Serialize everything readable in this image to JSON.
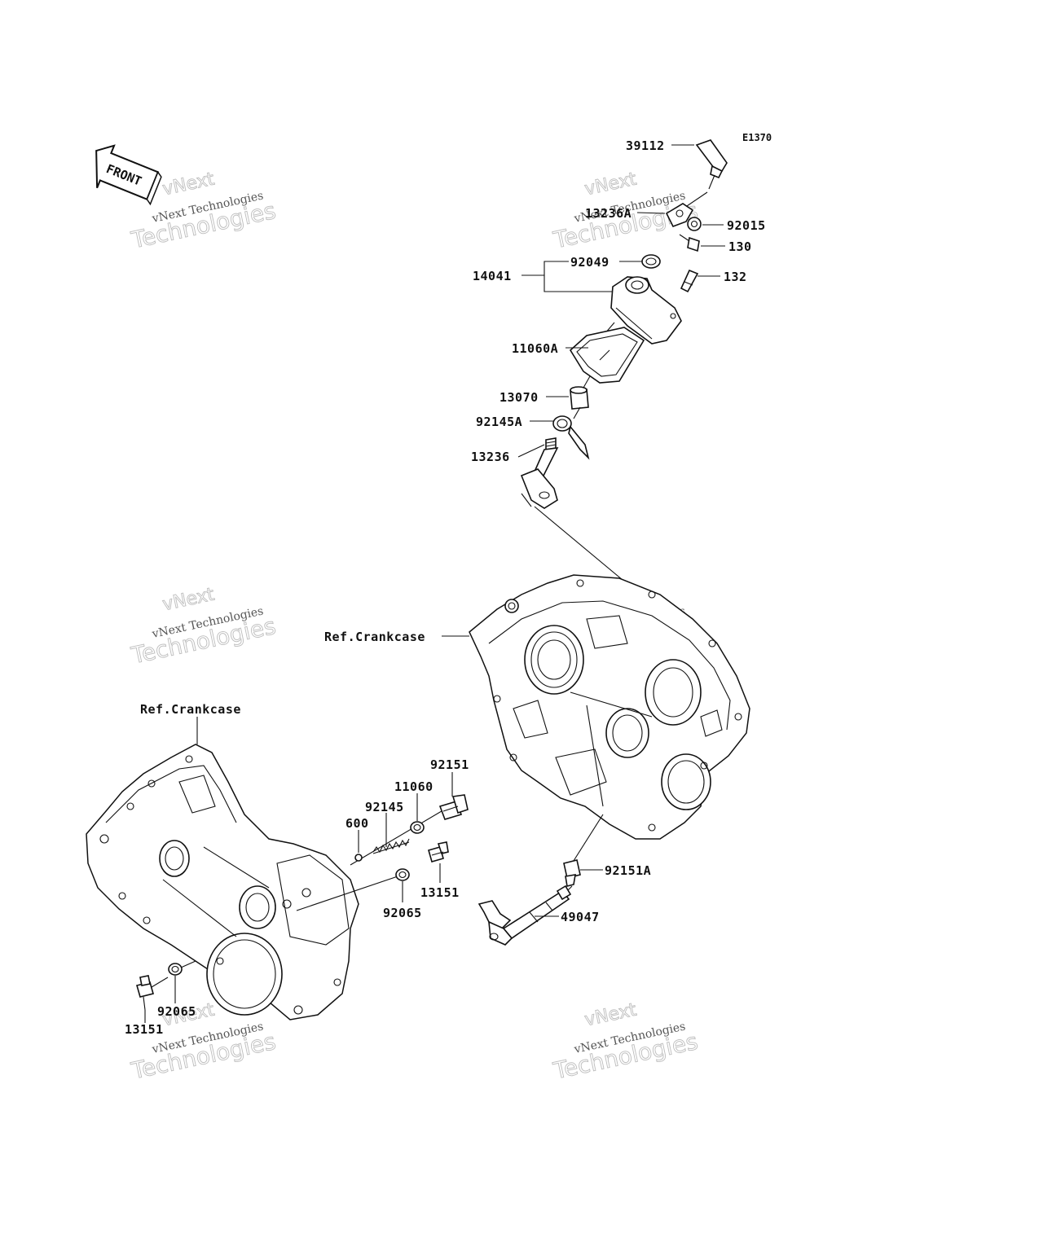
{
  "diagram_code": "E1370",
  "front_label": "FRONT",
  "watermark": {
    "top_line": "vNext",
    "middle_line": "vNext Technologies",
    "bottom_line": "Technologies"
  },
  "parts": {
    "p39112": "39112",
    "p92015": "92015",
    "p13236A": "13236A",
    "p130": "130",
    "p92049": "92049",
    "p14041": "14041",
    "p132": "132",
    "p11060A": "11060A",
    "p13070": "13070",
    "p92145A": "92145A",
    "p13236": "13236",
    "ref_crankcase_right": "Ref.Crankcase",
    "ref_crankcase_left": "Ref.Crankcase",
    "p92151": "92151",
    "p11060": "11060",
    "p92145": "92145",
    "p600": "600",
    "p13151_right": "13151",
    "p92065_right": "92065",
    "p92151A": "92151A",
    "p49047": "49047",
    "p92065_left": "92065",
    "p13151_left": "13151"
  }
}
